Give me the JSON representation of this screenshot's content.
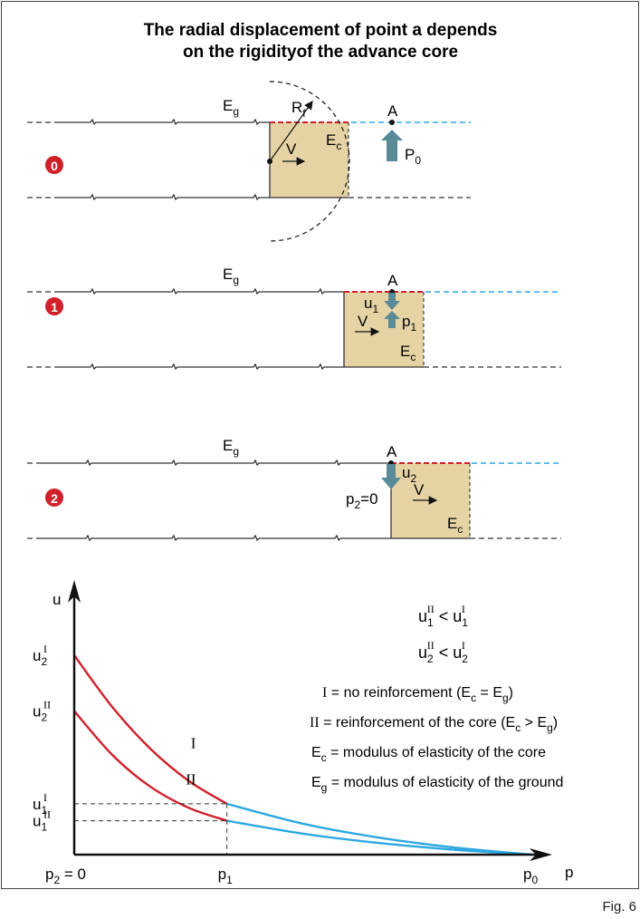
{
  "title": {
    "line1": "The radial displacement of point a depends",
    "line2": "on the rigidityof the advance core"
  },
  "colors": {
    "tunnel_line": "#333333",
    "red": "#d01f2a",
    "blue": "#2ca8e0",
    "core_fill": "#e6d3a4",
    "arrow": "#5a8a98",
    "badge": "#d0202a"
  },
  "stages": [
    {
      "badge": "0",
      "ground_label": "E",
      "ground_sub": "g",
      "core_label": "E",
      "core_sub": "c",
      "radius_label": "R",
      "radius_sub": "f",
      "velocity_label": "V",
      "point_label": "A",
      "pressure_label": "P",
      "pressure_sub": "0"
    },
    {
      "badge": "1",
      "ground_label": "E",
      "ground_sub": "g",
      "core_label": "E",
      "core_sub": "c",
      "velocity_label": "V",
      "point_label": "A",
      "disp_label": "u",
      "disp_sub": "1",
      "pressure_label": "p",
      "pressure_sub": "1"
    },
    {
      "badge": "2",
      "ground_label": "E",
      "ground_sub": "g",
      "core_label": "E",
      "core_sub": "c",
      "velocity_label": "V",
      "point_label": "A",
      "disp_label": "u",
      "disp_sub": "2",
      "pressure_label": "p",
      "pressure_sub": "2",
      "pressure_eq": "=0"
    }
  ],
  "chart_data": {
    "type": "line",
    "xlabel": "p",
    "ylabel": "u",
    "x_ticks": [
      {
        "label": "p",
        "sub": "2",
        "suffix": " = 0",
        "x": 0
      },
      {
        "label": "p",
        "sub": "1",
        "suffix": "",
        "x": 1
      },
      {
        "label": "p",
        "sub": "0",
        "suffix": "",
        "x": 3
      }
    ],
    "y_ticks": [
      {
        "label": "u",
        "sub": "2",
        "sup": "I",
        "y": 1.0
      },
      {
        "label": "u",
        "sub": "2",
        "sup": "II",
        "y": 0.72
      },
      {
        "label": "u",
        "sub": "1",
        "sup": "I",
        "y": 0.255
      },
      {
        "label": "u",
        "sub": "1",
        "sup": "II",
        "y": 0.17
      }
    ],
    "series": [
      {
        "name": "I",
        "x": [
          0,
          0.25,
          0.5,
          0.75,
          1,
          1.5,
          2,
          2.5,
          3
        ],
        "y": [
          1.0,
          0.74,
          0.53,
          0.37,
          0.255,
          0.155,
          0.085,
          0.035,
          0
        ]
      },
      {
        "name": "II",
        "x": [
          0,
          0.25,
          0.5,
          0.75,
          1,
          1.5,
          2,
          2.5,
          3
        ],
        "y": [
          0.72,
          0.5,
          0.34,
          0.235,
          0.17,
          0.105,
          0.058,
          0.024,
          0
        ]
      }
    ],
    "xlim": [
      0,
      3.2
    ],
    "ylim": [
      0,
      1.25
    ],
    "grid": false,
    "inequalities": [
      {
        "left": "u",
        "left_sub": "1",
        "left_sup": "II",
        "op": " < ",
        "right": "u",
        "right_sub": "1",
        "right_sup": "I"
      },
      {
        "left": "u",
        "left_sub": "2",
        "left_sup": "II",
        "op": " < ",
        "right": "u",
        "right_sub": "2",
        "right_sup": "I"
      }
    ],
    "legend": [
      {
        "key": "I",
        "text": " = no reinforcement (E",
        "s1": "c",
        "mid": " = E",
        "s2": "g",
        "end": ")"
      },
      {
        "key": "II",
        "text": " = reinforcement of the core (E",
        "s1": "c",
        "mid": " > E",
        "s2": "g",
        "end": ")"
      },
      {
        "key": "E",
        "key_sub": "c",
        "text": " = modulus of elasticity of the core"
      },
      {
        "key": "E",
        "key_sub": "g",
        "text": " = modulus of elasticity of the ground"
      }
    ]
  },
  "figure_label": "Fig. 6"
}
